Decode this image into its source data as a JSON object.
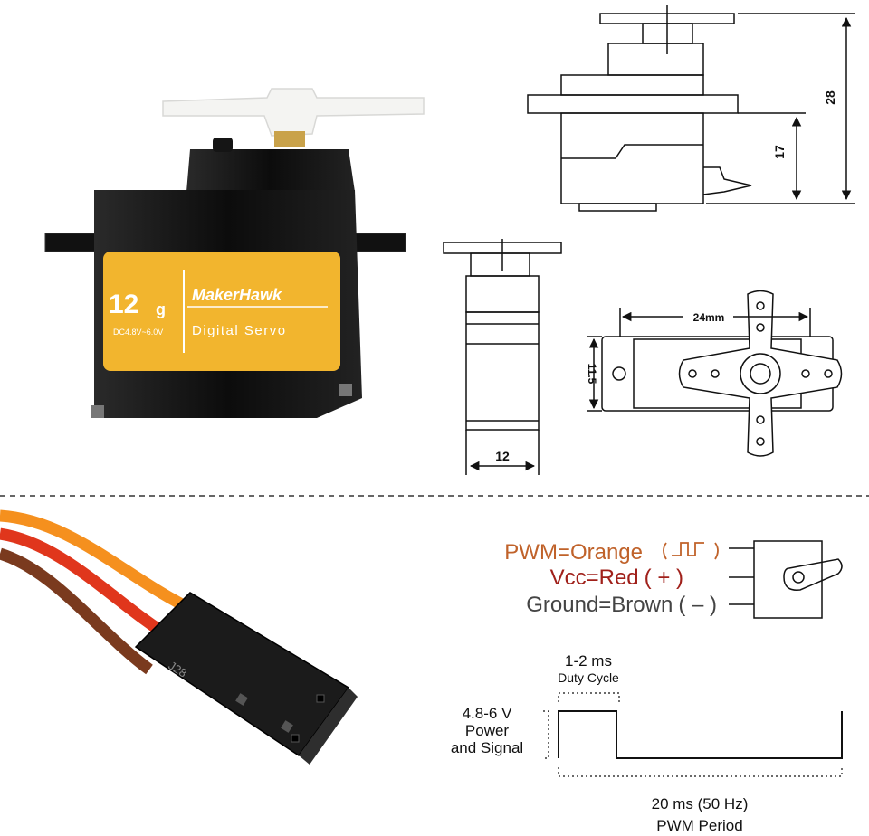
{
  "servo_label": {
    "weight": "12",
    "weight_unit": "g",
    "voltage": "DC4.8V~6.0V",
    "brand": "MakerHawk",
    "product": "Digital Servo",
    "label_color": "#F2B52E",
    "body_color": "#111111"
  },
  "connector_label": "J28",
  "dimensions": {
    "total_height": "28",
    "body_height": "17",
    "width": "12",
    "length": "24mm",
    "depth": "11.5"
  },
  "wiring": {
    "pwm": "PWM=Orange",
    "pwm_color": "#C0622A",
    "vcc": "Vcc=Red",
    "vcc_symbol": "( + )",
    "vcc_color": "#A0201A",
    "ground": "Ground=Brown",
    "ground_symbol": "( – )",
    "ground_color": "#444444",
    "wire_orange": "#F5901E",
    "wire_red": "#E0361C",
    "wire_brown": "#7A3A1E"
  },
  "pwm_signal": {
    "duty_range": "1-2 ms",
    "duty_label": "Duty Cycle",
    "voltage_line1": "4.8-6 V",
    "voltage_line2": "Power",
    "voltage_line3": "and Signal",
    "period_line1": "20 ms (50 Hz)",
    "period_line2": "PWM Period"
  }
}
